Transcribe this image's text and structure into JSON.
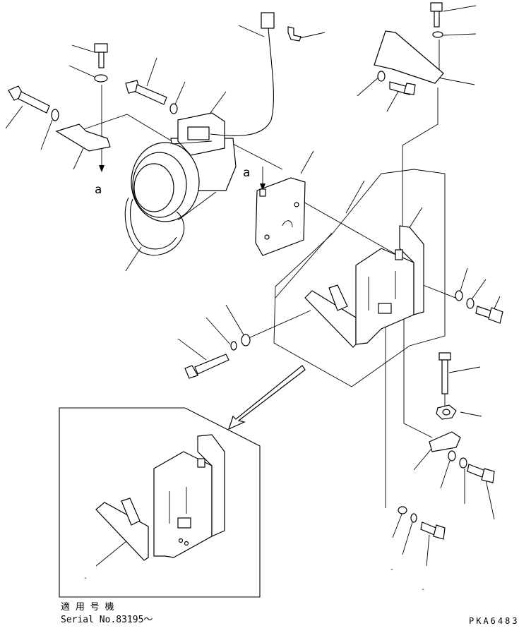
{
  "diagram": {
    "view_marks": {
      "left": "a",
      "right": "a"
    },
    "inset": {
      "applies_to_label": "適 用 号 機",
      "serial_label": "Serial No.83195～"
    },
    "ref_code": "PKA6483"
  }
}
